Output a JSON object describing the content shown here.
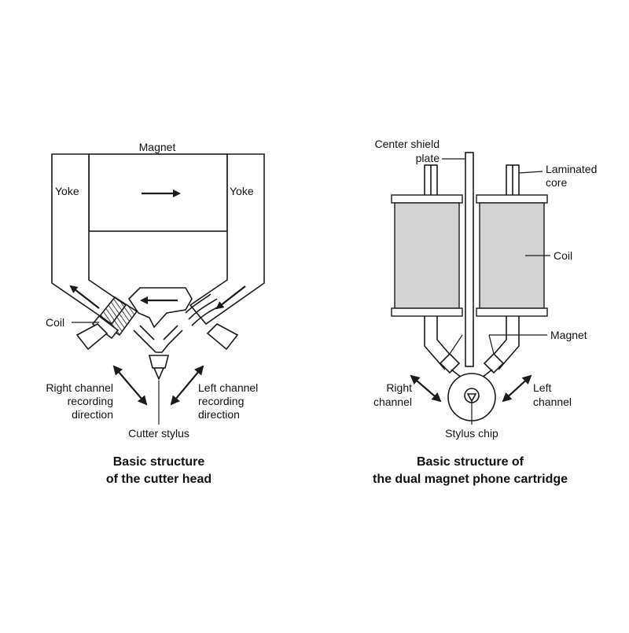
{
  "cutter_head": {
    "labels": {
      "magnet": "Magnet",
      "yoke_left": "Yoke",
      "yoke_right": "Yoke",
      "coil": "Coil",
      "right_channel_1": "Right channel",
      "right_channel_2": "recording",
      "right_channel_3": "direction",
      "left_channel_1": "Left channel",
      "left_channel_2": "recording",
      "left_channel_3": "direction",
      "cutter_stylus": "Cutter stylus"
    },
    "caption_1": "Basic structure",
    "caption_2": "of the cutter head"
  },
  "cartridge": {
    "labels": {
      "center_shield_1": "Center shield",
      "center_shield_2": "plate",
      "laminated_1": "Laminated",
      "laminated_2": "core",
      "coil": "Coil",
      "magnet": "Magnet",
      "right_channel_1": "Right",
      "right_channel_2": "channel",
      "left_channel_1": "Left",
      "left_channel_2": "channel",
      "stylus_chip": "Stylus chip"
    },
    "caption_1": "Basic structure of",
    "caption_2": "the dual magnet phone cartridge"
  }
}
